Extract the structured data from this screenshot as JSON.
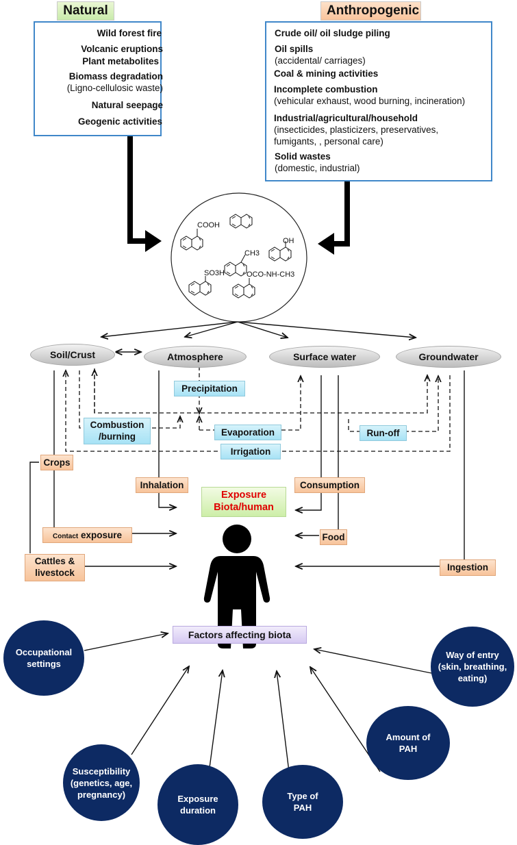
{
  "sources": {
    "natural": {
      "title": "Natural",
      "items": [
        {
          "label": "Wild forest fire",
          "sub": ""
        },
        {
          "label": "Volcanic eruptions",
          "sub": ""
        },
        {
          "label": "Plant metabolites",
          "sub": ""
        },
        {
          "label": "Biomass degradation",
          "sub": "(Ligno-cellulosic waste)"
        },
        {
          "label": "Natural seepage",
          "sub": ""
        },
        {
          "label": "Geogenic activities",
          "sub": ""
        }
      ]
    },
    "anthropogenic": {
      "title": "Anthropogenic",
      "items": [
        {
          "label": "Crude oil/ oil sludge piling",
          "sub": ""
        },
        {
          "label": "Oil spills",
          "sub": "(accidental/ carriages)"
        },
        {
          "label": "Coal & mining activities",
          "sub": ""
        },
        {
          "label": "Incomplete combustion",
          "sub": "(vehicular exhaust, wood burning, incineration)"
        },
        {
          "label": "Industrial/agricultural/household",
          "sub": "(insecticides, plasticizers, preservatives,",
          "sub2": "fumigants, , personal care)"
        },
        {
          "label": "Solid wastes",
          "sub": "(domestic, industrial)"
        }
      ]
    }
  },
  "compounds": {
    "labels": [
      "COOH",
      "CH3",
      "OH",
      "SO3H",
      "OCO-NH-CH3"
    ]
  },
  "compartments": [
    "Soil/Crust",
    "Atmosphere",
    "Surface water",
    "Groundwater"
  ],
  "processes": {
    "precipitation": "Precipitation",
    "combustion": [
      "Combustion",
      "/burning"
    ],
    "evaporation": "Evaporation",
    "runoff": "Run-off",
    "irrigation": "Irrigation"
  },
  "pathways": {
    "crops": "Crops",
    "inhalation": "Inhalation",
    "consumption": "Consumption",
    "contact_small": "Contact",
    "contact_big": "exposure",
    "food": "Food",
    "cattle": [
      "Cattles &",
      "livestock"
    ],
    "ingestion": "Ingestion"
  },
  "exposure": [
    "Exposure",
    "Biota/human"
  ],
  "factors": {
    "title": "Factors affecting biota",
    "items": [
      [
        "Occupational",
        "settings"
      ],
      [
        "Susceptibility",
        "(genetics, age,",
        "pregnancy)"
      ],
      [
        "Exposure",
        "duration"
      ],
      [
        "Type of",
        "PAH"
      ],
      [
        "Amount of",
        "PAH"
      ],
      [
        "Way of entry",
        "(skin, breathing,",
        "eating)"
      ]
    ]
  },
  "colors": {
    "source_border": "#3f87c9",
    "factor_circle": "#0d2a63",
    "exposure_text": "#e00000"
  }
}
